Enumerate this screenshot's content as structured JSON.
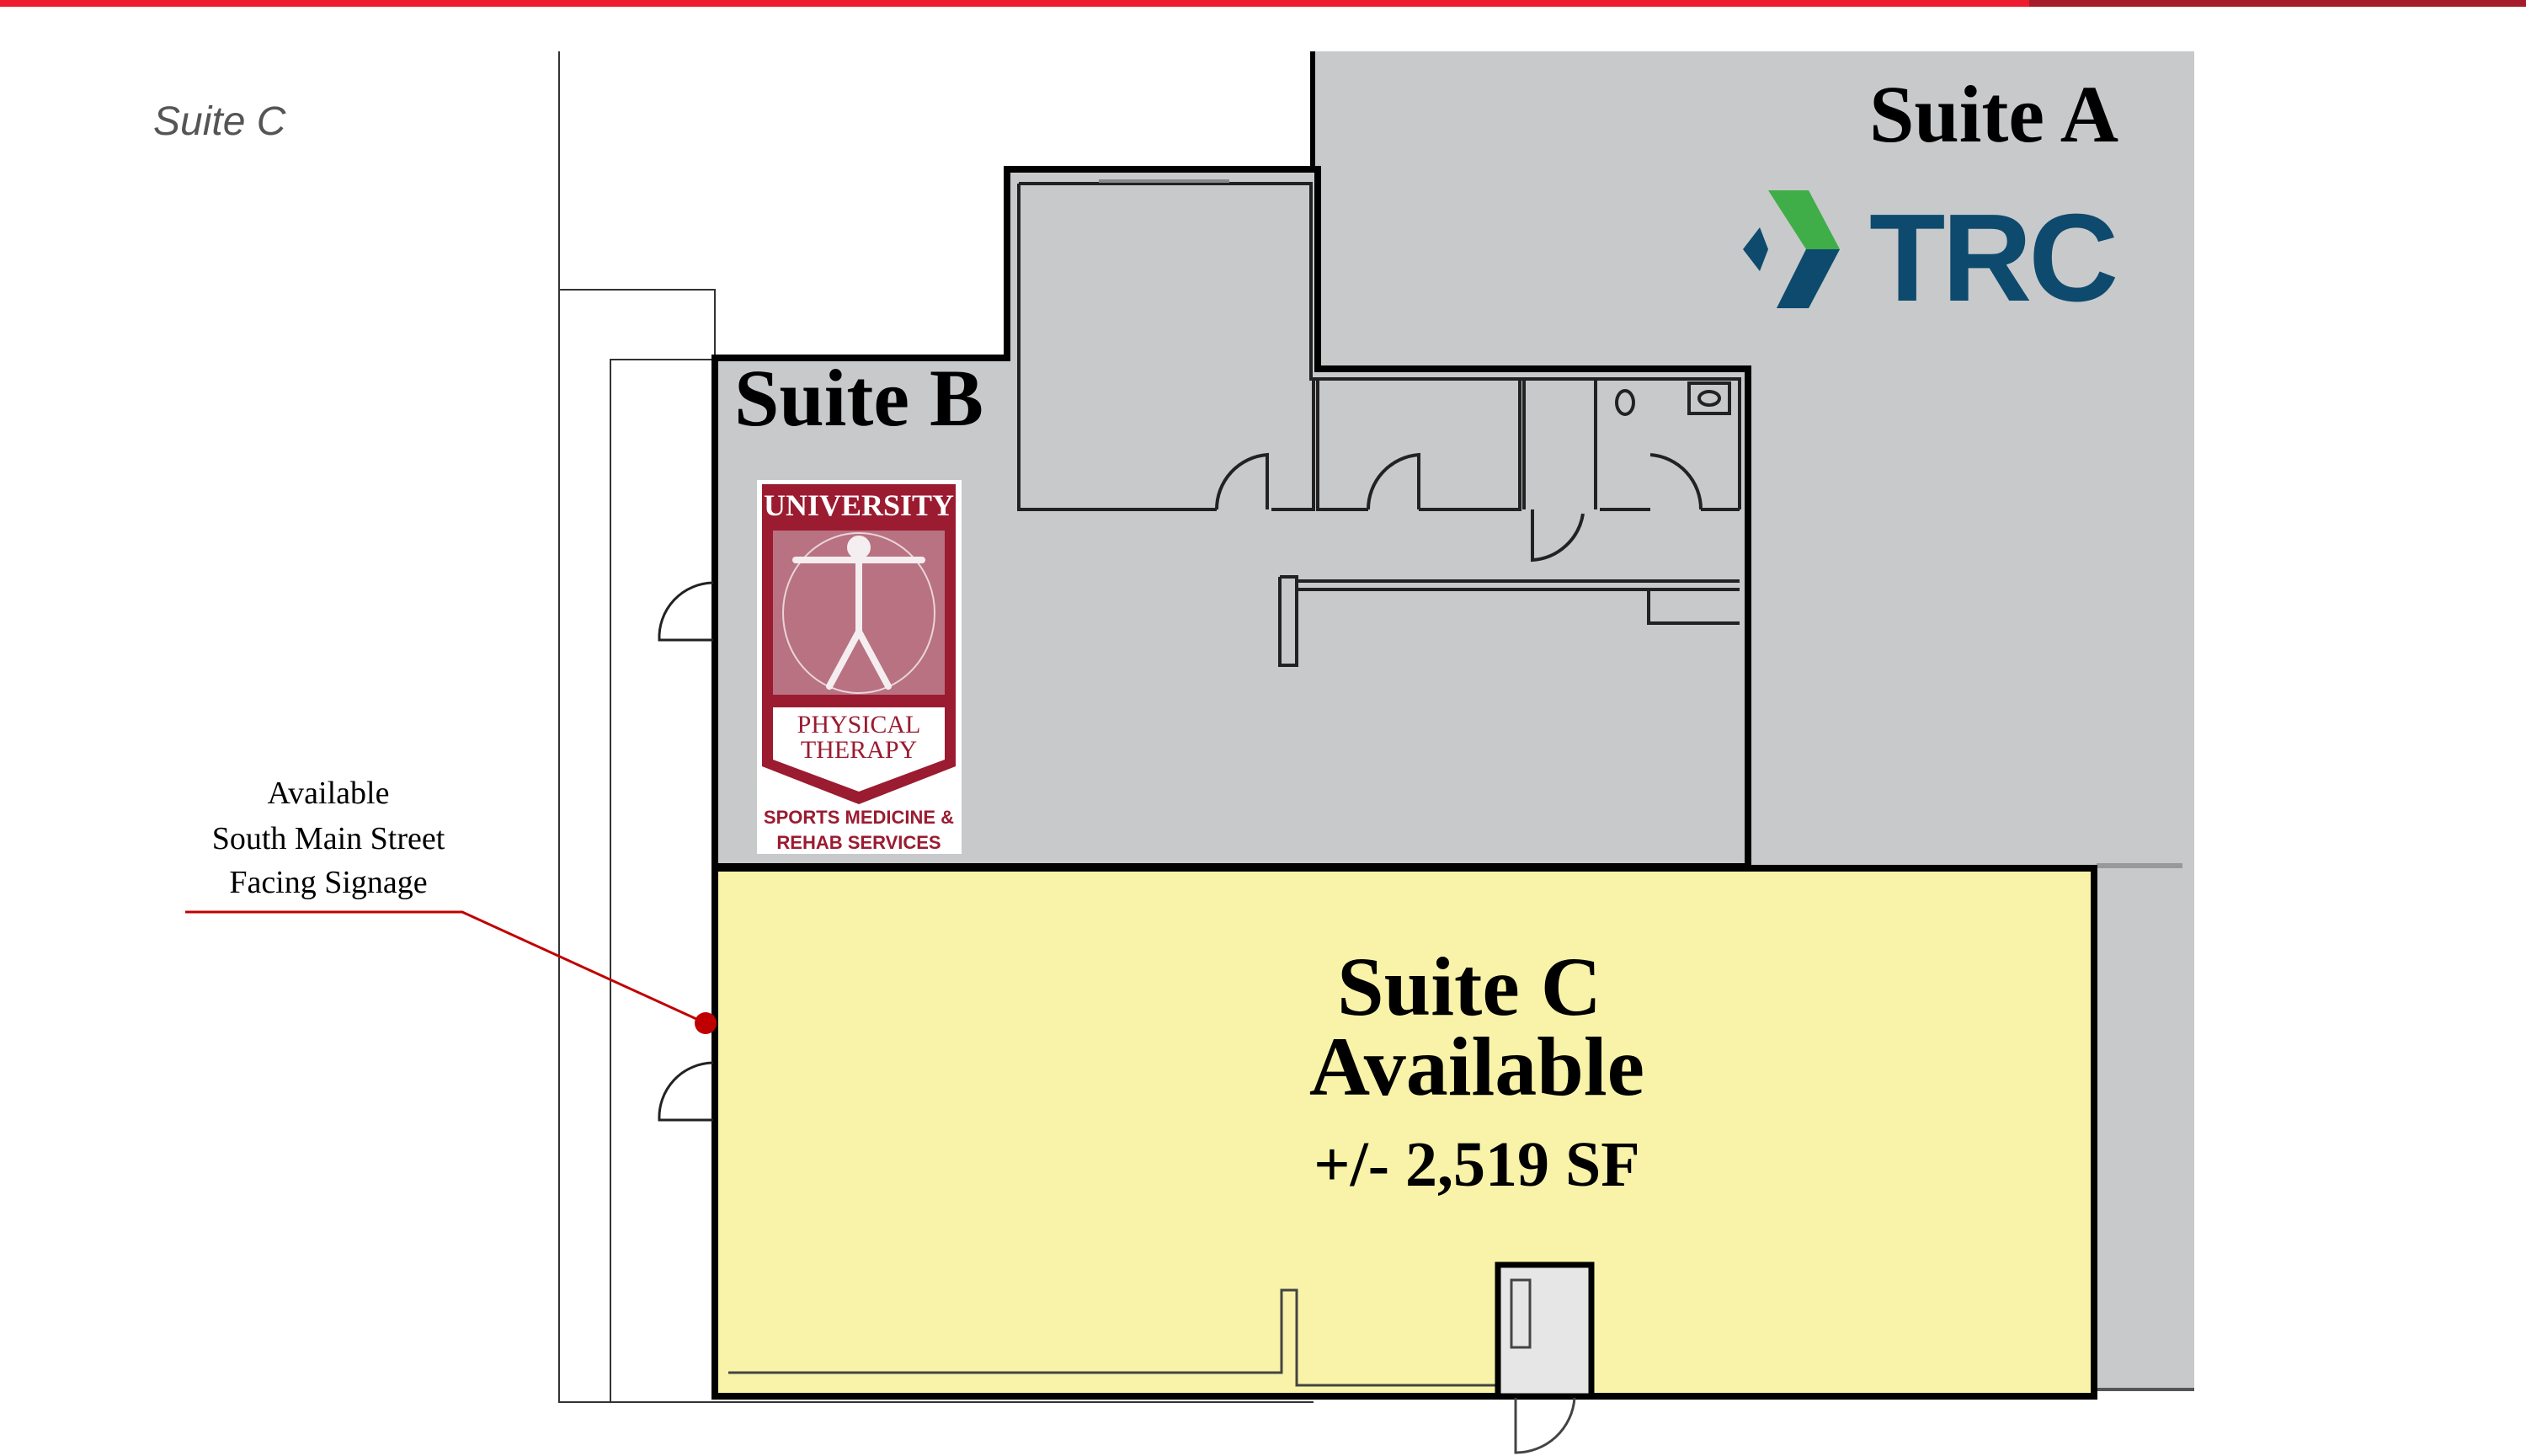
{
  "header": {
    "corner_label": "Suite C"
  },
  "suites": {
    "a": {
      "label": "Suite A",
      "tenant_logo_text": "TRC"
    },
    "b": {
      "label": "Suite B",
      "tenant_logo_lines": [
        "UNIVERSITY",
        "PHYSICAL",
        "THERAPY",
        "SPORTS MEDICINE &",
        "REHAB SERVICES"
      ]
    },
    "c": {
      "label": "Suite C",
      "status": "Available",
      "area": "+/- 2,519 SF"
    }
  },
  "callout": {
    "lines": [
      "Available",
      "South Main Street",
      "Facing Signage"
    ]
  },
  "colors": {
    "brand_red": "#ed1c2e",
    "suite_a_fill": "#c8c9cb",
    "suite_c_fill": "#f8f3a8",
    "callout_red": "#c00000",
    "trc_blue": "#0d4a6e",
    "trc_green": "#3fae49",
    "upt_maroon": "#9b1b30"
  }
}
